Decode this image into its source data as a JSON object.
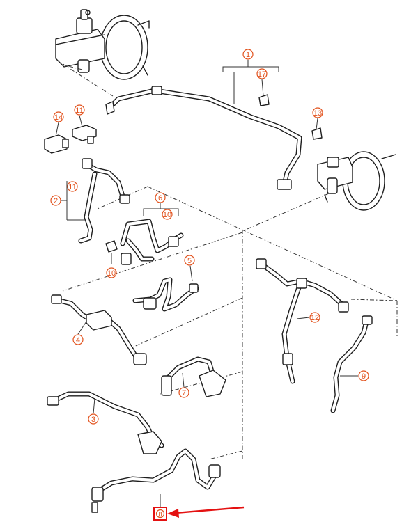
{
  "diagram": {
    "callouts": [
      {
        "id": "c1",
        "label": "1"
      },
      {
        "id": "c17",
        "label": "17"
      },
      {
        "id": "c13",
        "label": "13"
      },
      {
        "id": "c14",
        "label": "14"
      },
      {
        "id": "c11a",
        "label": "11"
      },
      {
        "id": "c2",
        "label": "2"
      },
      {
        "id": "c11b",
        "label": "11"
      },
      {
        "id": "c6",
        "label": "6"
      },
      {
        "id": "c10a",
        "label": "10"
      },
      {
        "id": "c10b",
        "label": "10"
      },
      {
        "id": "c5",
        "label": "5"
      },
      {
        "id": "c12",
        "label": "12"
      },
      {
        "id": "c4",
        "label": "4"
      },
      {
        "id": "c9",
        "label": "9"
      },
      {
        "id": "c7",
        "label": "7"
      },
      {
        "id": "c3",
        "label": "3"
      },
      {
        "id": "c8",
        "label": "8"
      }
    ],
    "highlight": {
      "color": "#e41111",
      "target_label": "8"
    },
    "callout_color": "#e2521d"
  }
}
